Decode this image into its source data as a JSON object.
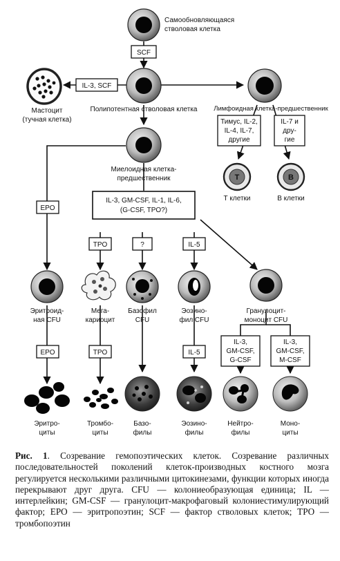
{
  "stem_cell": {
    "label_line1": "Самообновляющаяся",
    "label_line2": "стволовая клетка"
  },
  "stem_factor": "SCF",
  "mast_factor": "IL-3, SCF",
  "mast_cell": {
    "label_line1": "Мастоцит",
    "label_line2": "(тучная клетка)"
  },
  "pluripotent_cell": {
    "label": "Полипотентная стволовая клетка"
  },
  "lymphoid_cell": {
    "label": "Лимфоидная клетка-предшественник"
  },
  "t_factor": {
    "line1": "Тимус, IL-2,",
    "line2": "IL-4, IL-7,",
    "line3": "другие"
  },
  "b_factor": {
    "line1": "IL-7 и",
    "line2": "дру-",
    "line3": "гие"
  },
  "t_cell": {
    "symbol": "T",
    "label": "Т клетки"
  },
  "b_cell": {
    "symbol": "B",
    "label": "В клетки"
  },
  "myeloid_cell": {
    "label_line1": "Миелоидная клетка-",
    "label_line2": "предшественник"
  },
  "myeloid_factors": {
    "line1": "IL-3, GM-CSF, IL-1, IL-6,",
    "line2": "(G-CSF, TPO?)"
  },
  "epo_factor_1": "EPO",
  "tpo_factor_1": "TPO",
  "baso_factor": "?",
  "il5_factor_1": "IL-5",
  "erythroid_cfu": {
    "line1": "Эритроид-",
    "line2": "ная CFU"
  },
  "megakaryocyte": {
    "line1": "Мега-",
    "line2": "кариоцит"
  },
  "basophil_cfu": {
    "line1": "Базофил",
    "line2": "CFU"
  },
  "eosinophil_cfu": {
    "line1": "Эозино-",
    "line2": "фил CFU"
  },
  "gm_cfu": {
    "line1": "Гранулоцит-",
    "line2": "моноцит CFU"
  },
  "epo_factor_2": "EPO",
  "tpo_factor_2": "TPO",
  "il5_factor_2": "IL-5",
  "neut_factor": {
    "line1": "IL-3,",
    "line2": "GM-CSF,",
    "line3": "G-CSF"
  },
  "mono_factor": {
    "line1": "IL-3,",
    "line2": "GM-CSF,",
    "line3": "M-CSF"
  },
  "final_cells": {
    "erythrocytes": {
      "line1": "Эритро-",
      "line2": "циты"
    },
    "thrombocytes": {
      "line1": "Тромбо-",
      "line2": "циты"
    },
    "basophils": {
      "line1": "Базо-",
      "line2": "филы"
    },
    "eosinophils": {
      "line1": "Эозино-",
      "line2": "филы"
    },
    "neutrophils": {
      "line1": "Нейтро-",
      "line2": "филы"
    },
    "monocytes": {
      "line1": "Моно-",
      "line2": "циты"
    }
  },
  "caption": {
    "fig_label": "Рис. 1",
    "text": ". Созревание гемопоэтических клеток. Созревание различных последовательностей поколений клеток-производных костного мозга регулируется несколькими различными цитокинезами, функции которых иногда перекрывают друг друга. CFU — колониеобразующая единица; IL — интерлейкин; GM-CSF — гранулоцит-макрофаговый колониестимулирующий фактор; EPO — эритропоэтин; SCF — фактор стволовых клеток; TPO — тромбопоэтин"
  }
}
